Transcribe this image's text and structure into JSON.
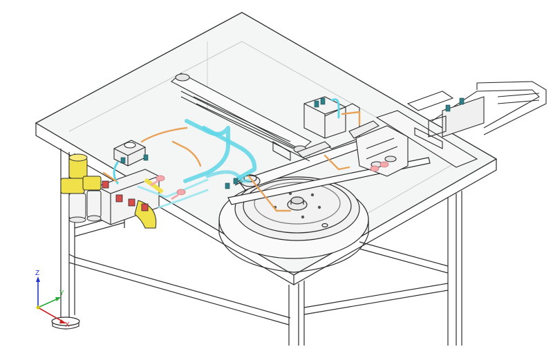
{
  "triad": {
    "z_label": "Z",
    "y_label": "Y",
    "x_label": "X"
  },
  "colors": {
    "edge": "#2b2b2b",
    "fine_edge": "#8a8a8a",
    "cyan_tube": "#5fd6e6",
    "orange_hose": "#e8a258",
    "yellow_parts": "#f0e14a",
    "red_parts": "#d94c4c",
    "pink_pins": "#f5a9ad",
    "teal_fittings": "#2e7f87",
    "axis_z": "#2233cc",
    "axis_y": "#22aa33",
    "axis_x": "#cc2222"
  }
}
